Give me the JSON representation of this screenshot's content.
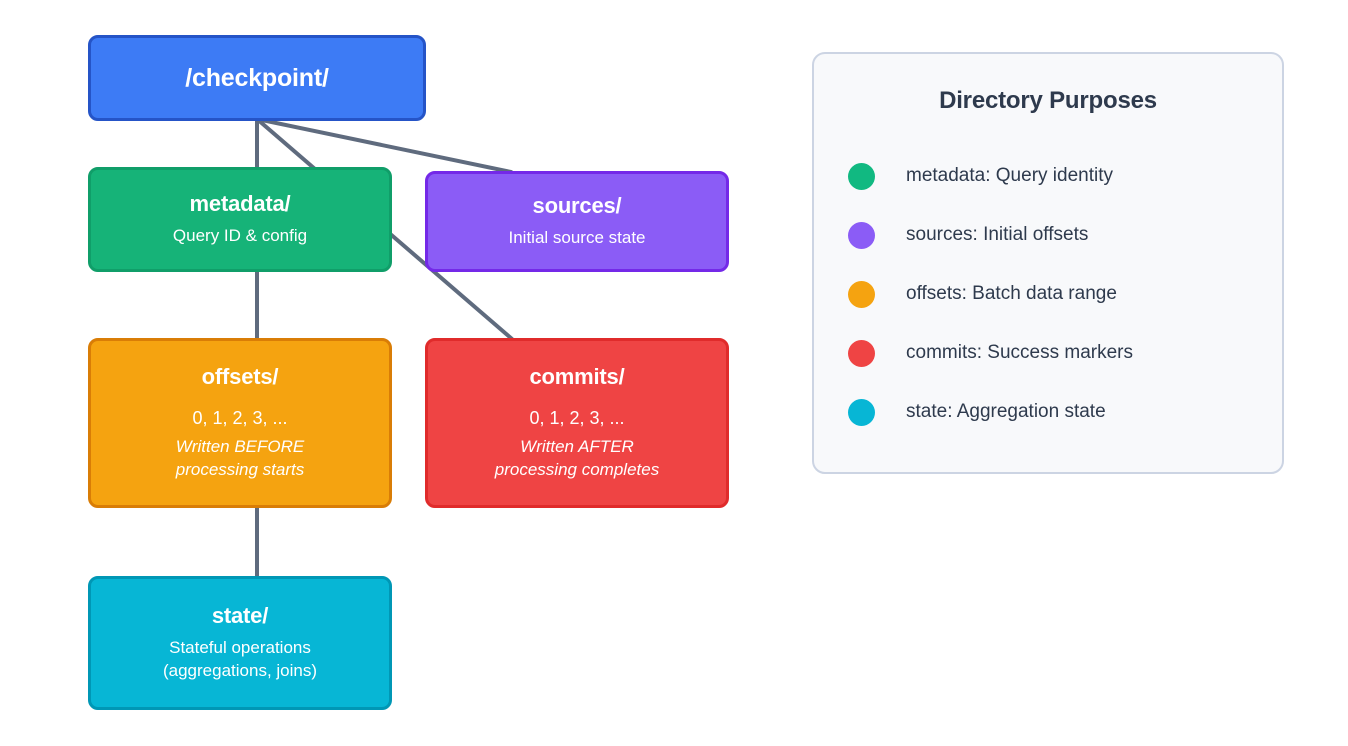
{
  "diagram": {
    "type": "tree",
    "nodes": [
      {
        "id": "checkpoint",
        "title": "/checkpoint/",
        "color": "#3d7bf5",
        "border": "#2554c7"
      },
      {
        "id": "metadata",
        "title": "metadata/",
        "subtitle": "Query ID & config",
        "color": "#16b378",
        "border": "#109e69"
      },
      {
        "id": "sources",
        "title": "sources/",
        "subtitle": "Initial source state",
        "color": "#8b5cf6",
        "border": "#7429e8"
      },
      {
        "id": "offsets",
        "title": "offsets/",
        "numbers": "0, 1, 2, 3, ...",
        "note_line1": "Written BEFORE",
        "note_line2": "processing starts",
        "color": "#f5a310",
        "border": "#d97d06"
      },
      {
        "id": "commits",
        "title": "commits/",
        "numbers": "0, 1, 2, 3, ...",
        "note_line1": "Written AFTER",
        "note_line2": "processing completes",
        "color": "#ef4444",
        "border": "#e02b2b"
      },
      {
        "id": "state",
        "title": "state/",
        "subtitle_line1": "Stateful operations",
        "subtitle_line2": "(aggregations, joins)",
        "color": "#07b6d5",
        "border": "#0097b5"
      }
    ],
    "edges": [
      {
        "from": "checkpoint",
        "to": "state"
      },
      {
        "from": "checkpoint",
        "to": "commits"
      },
      {
        "from": "checkpoint",
        "to": "sources"
      }
    ],
    "edge_color": "#5f6b7e"
  },
  "legend": {
    "title": "Directory Purposes",
    "items": [
      {
        "color": "#11b981",
        "label": "metadata: Query identity"
      },
      {
        "color": "#8b5cf6",
        "label": "sources: Initial offsets"
      },
      {
        "color": "#f5a310",
        "label": "offsets: Batch data range"
      },
      {
        "color": "#ef4444",
        "label": "commits: Success markers"
      },
      {
        "color": "#07b6d5",
        "label": "state: Aggregation state"
      }
    ],
    "background": "#f8f9fb",
    "border_color": "#ccd4e3",
    "text_color": "#2e3a4d"
  }
}
